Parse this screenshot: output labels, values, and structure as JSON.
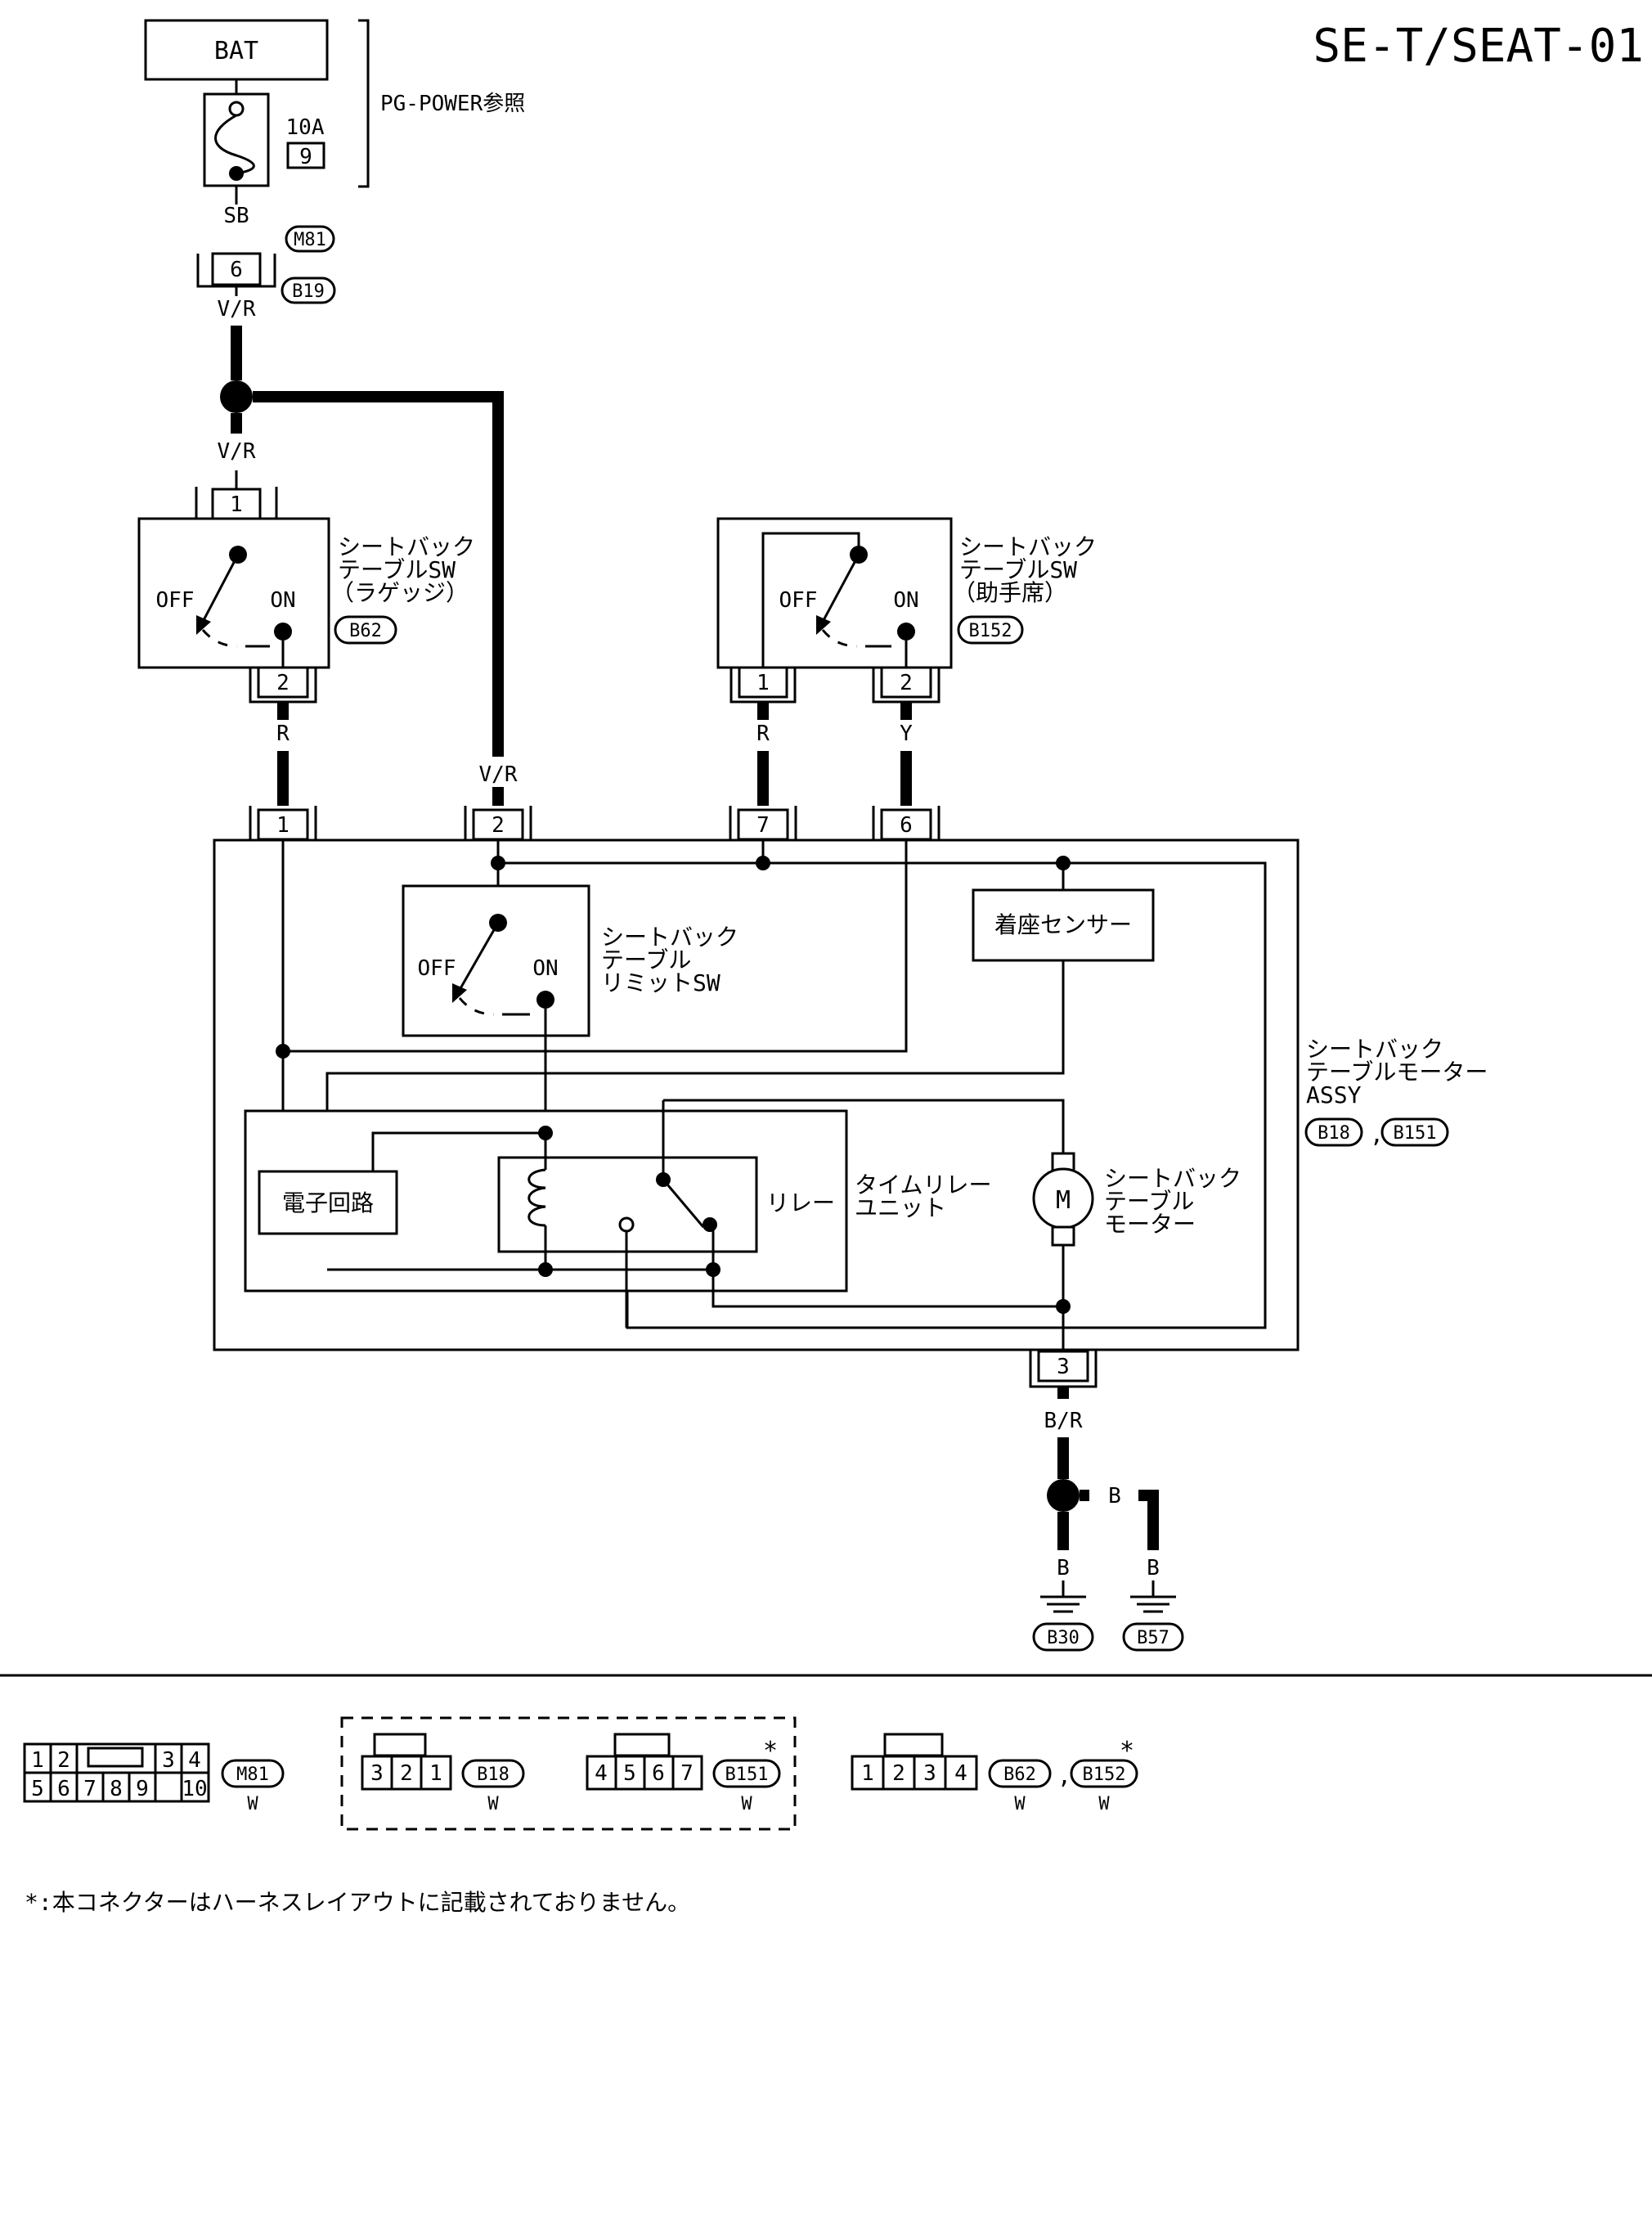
{
  "title": "SE-T/SEAT-01",
  "power": {
    "bat_label": "BAT",
    "fuse_amp": "10A",
    "fuse_no": "9",
    "ref_note": "PG-POWER参照",
    "wire_sb": "SB",
    "wire_vr_1": "V/R",
    "wire_vr_2": "V/R",
    "wire_vr_3": "V/R"
  },
  "junction": {
    "connector_top": "M81",
    "connector_bottom": "B19",
    "pin": "6"
  },
  "sw_luggage": {
    "name_1": "シートバック",
    "name_2": "テーブルSW",
    "name_3": "（ラゲッジ）",
    "connector": "B62",
    "off": "OFF",
    "on": "ON",
    "pin_in": "1",
    "pin_out": "2",
    "wire_out": "R"
  },
  "sw_passenger": {
    "name_1": "シートバック",
    "name_2": "テーブルSW",
    "name_3": "（助手席）",
    "connector": "B152",
    "off": "OFF",
    "on": "ON",
    "pin_1": "1",
    "pin_2": "2",
    "wire_1": "R",
    "wire_2": "Y"
  },
  "assy": {
    "name_1": "シートバック",
    "name_2": "テーブルモーター",
    "name_3": "ASSY",
    "connector_1": "B18",
    "sep": ",",
    "connector_2": "B151",
    "pins_top": [
      "1",
      "2",
      "7",
      "6"
    ],
    "pin_bottom": "3",
    "seat_sensor": "着座センサー",
    "limit_sw_1": "シートバック",
    "limit_sw_2": "テーブル",
    "limit_sw_3": "リミットSW",
    "limit_off": "OFF",
    "limit_on": "ON",
    "electronic_circuit": "電子回路",
    "relay": "リレー",
    "time_relay_1": "タイムリレー",
    "time_relay_2": "ユニット",
    "motor_symbol": "M",
    "motor_1": "シートバック",
    "motor_2": "テーブル",
    "motor_3": "モーター"
  },
  "ground": {
    "wire_br": "B/R",
    "wire_b_splice": "B",
    "wire_b_1": "B",
    "wire_b_2": "B",
    "ground_1": "B30",
    "ground_2": "B57"
  },
  "legend": {
    "m81_pins_row1": [
      "1",
      "2",
      "3",
      "4"
    ],
    "m81_pins_row2": [
      "5",
      "6",
      "7",
      "8",
      "9",
      "10"
    ],
    "m81_name": "M81",
    "m81_color": "W",
    "b18_pins": [
      "3",
      "2",
      "1"
    ],
    "b18_name": "B18",
    "b18_color": "W",
    "b151_pins": [
      "4",
      "5",
      "6",
      "7"
    ],
    "b151_name": "B151",
    "b151_color": "W",
    "b62_pins": [
      "1",
      "2",
      "3",
      "4"
    ],
    "b62_name": "B62",
    "b62_color": "W",
    "b152_name": "B152",
    "b152_color": "W",
    "legend_sep": ",",
    "asterisk": "*",
    "footnote": "*:本コネクターはハーネスレイアウトに記載されておりません。"
  }
}
